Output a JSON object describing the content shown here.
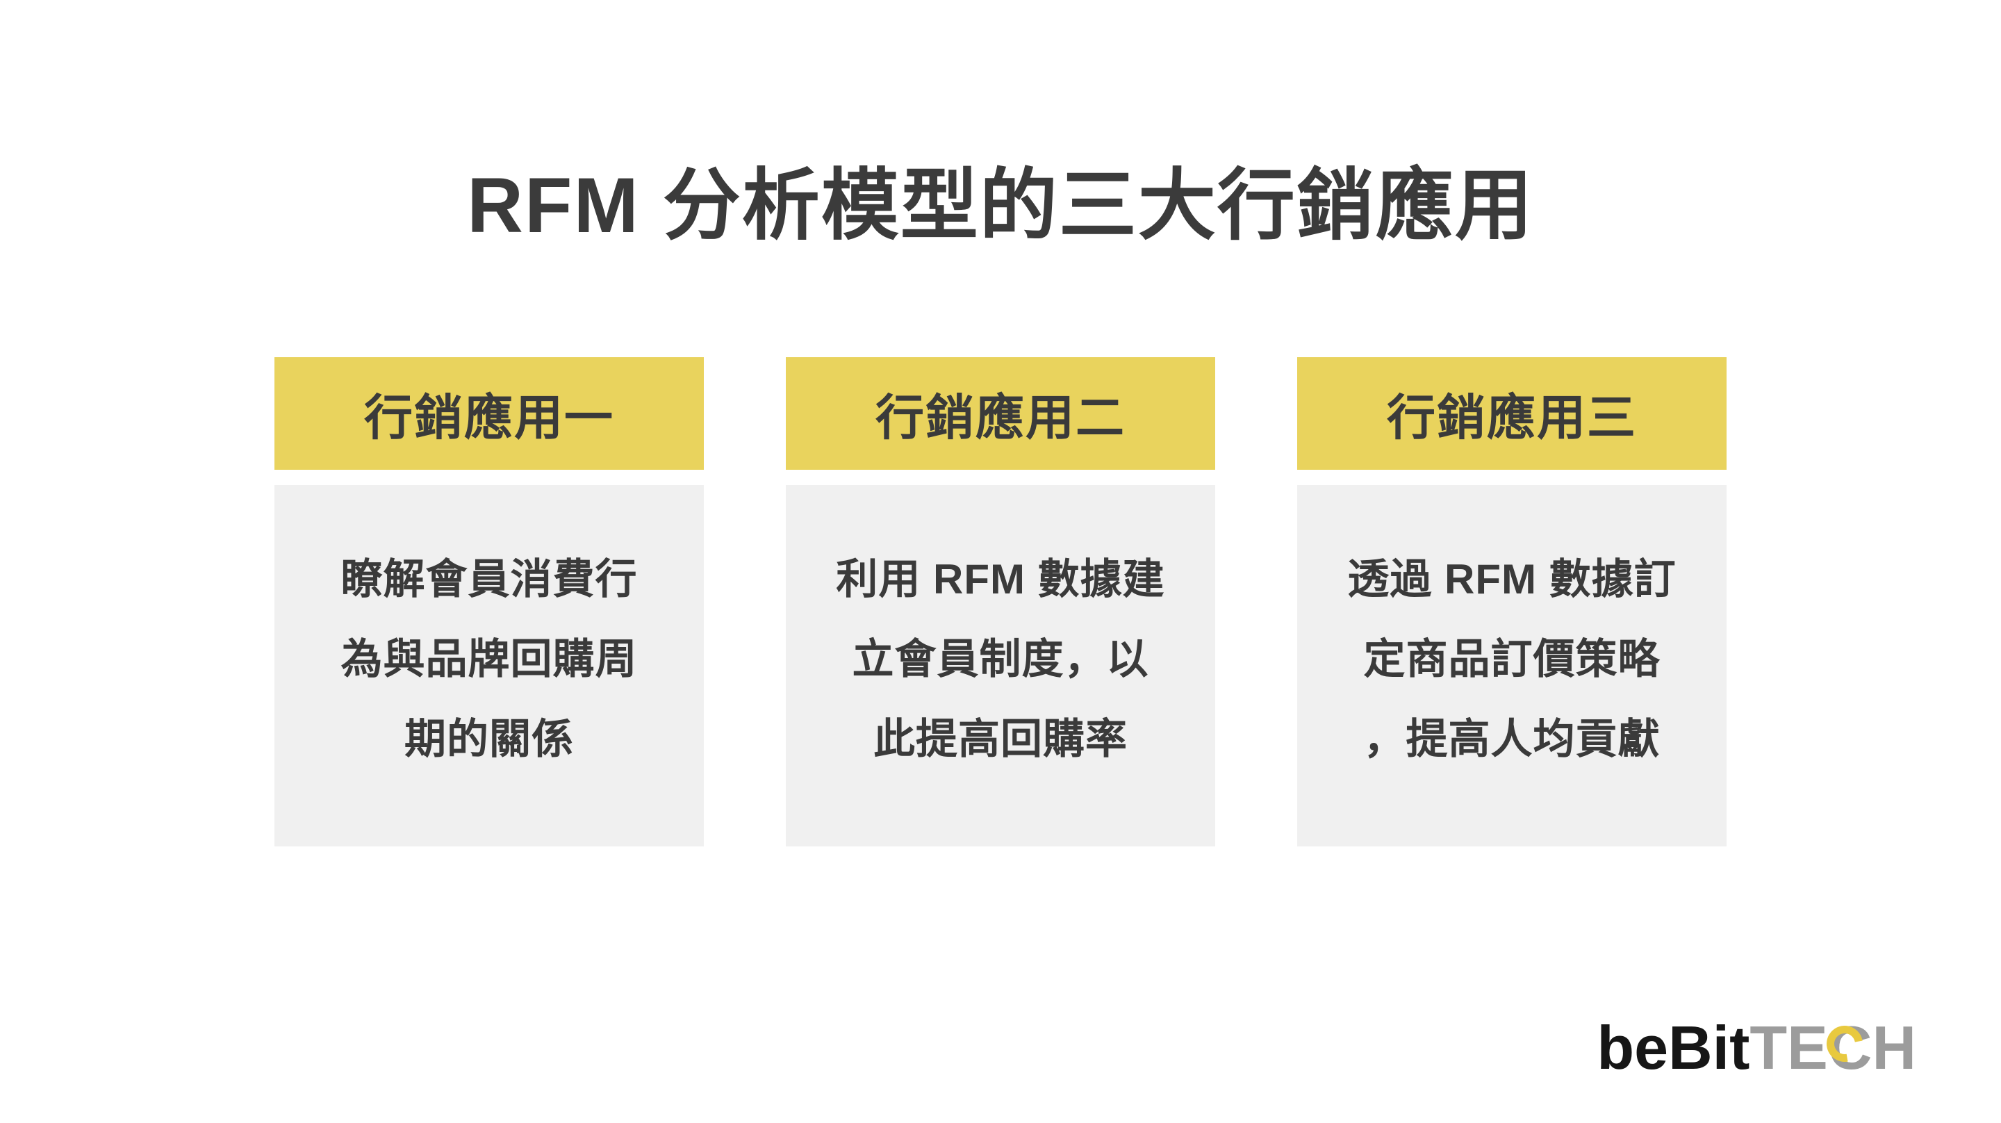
{
  "title": "RFM 分析模型的三大行銷應用",
  "columns": [
    {
      "header": "行銷應用一",
      "lines": [
        "瞭解會員消費行",
        "為與品牌回購周",
        "期的關係"
      ]
    },
    {
      "header": "行銷應用二",
      "lines": [
        "利用 RFM 數據建",
        "立會員制度，以",
        "此提高回購率"
      ]
    },
    {
      "header": "行銷應用三",
      "lines": [
        "透過 RFM 數據訂",
        "定商品訂價策略",
        "，提高人均貢獻"
      ]
    }
  ],
  "logo": {
    "primary": "beBit",
    "secondary_prefix": "TE",
    "secondary_c": "C",
    "secondary_suffix": "H"
  },
  "colors": {
    "header_yellow": "#E9D35D",
    "body_gray": "#F0F0F0",
    "text_dark": "#3B3B3B",
    "logo_black": "#161616",
    "logo_gray": "#9C9C9C",
    "logo_accent_yellow": "#E8C93F"
  }
}
